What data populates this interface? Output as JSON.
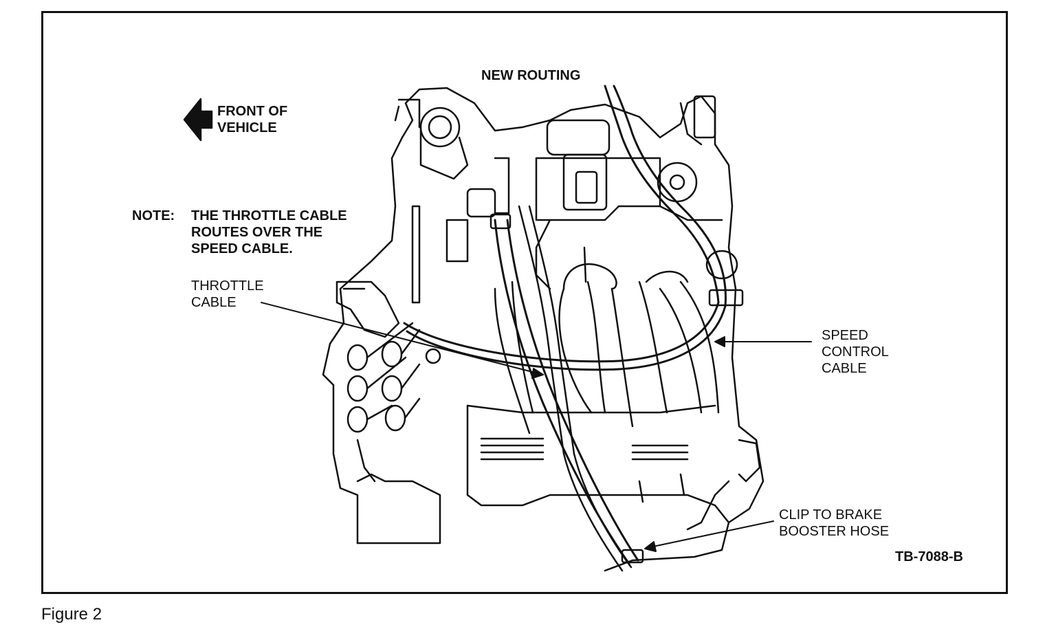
{
  "figure_caption": "Figure 2",
  "labels": {
    "new_routing": "NEW ROUTING",
    "front_of_vehicle": [
      "FRONT OF",
      "VEHICLE"
    ],
    "note": [
      "NOTE:",
      "THE THROTTLE CABLE",
      "ROUTES OVER THE",
      "SPEED CABLE."
    ],
    "throttle_cable": [
      "THROTTLE",
      "CABLE"
    ],
    "speed_control_cable": [
      "SPEED",
      "CONTROL",
      "CABLE"
    ],
    "clip_to_brake_booster_hose": [
      "CLIP TO BRAKE",
      "BOOSTER HOSE"
    ],
    "drawing_id": "TB-7088-B"
  },
  "icons": {
    "front_arrow": "left-arrow-icon"
  },
  "colors": {
    "ink": "#111111",
    "paper": "#ffffff"
  }
}
